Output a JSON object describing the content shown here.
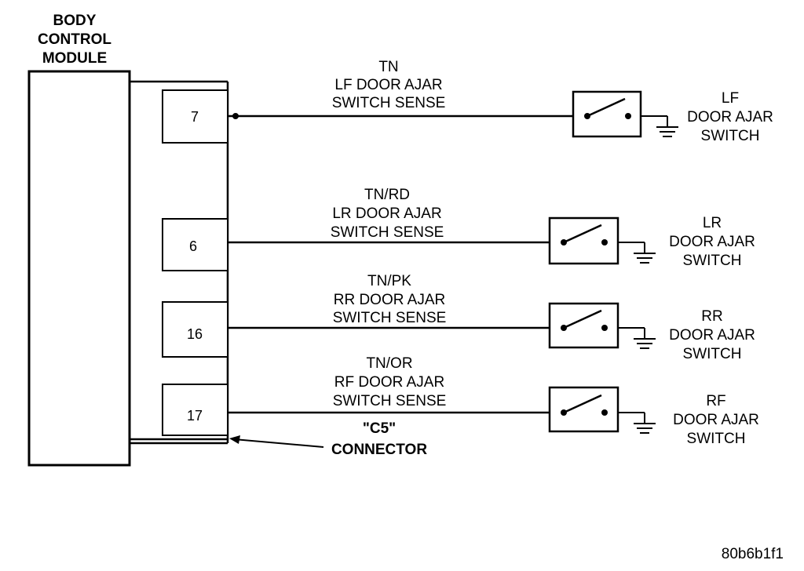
{
  "module": {
    "title_lines": [
      "BODY",
      "CONTROL",
      "MODULE"
    ]
  },
  "connector": {
    "name_lines": [
      "\"C5\"",
      "CONNECTOR"
    ]
  },
  "circuits": [
    {
      "pin": "7",
      "wire_lines": [
        "TN",
        "LF DOOR AJAR",
        "SWITCH SENSE"
      ],
      "switch_lines": [
        "LF",
        "DOOR AJAR",
        "SWITCH"
      ]
    },
    {
      "pin": "6",
      "wire_lines": [
        "TN/RD",
        "LR DOOR AJAR",
        "SWITCH SENSE"
      ],
      "switch_lines": [
        "LR",
        "DOOR AJAR",
        "SWITCH"
      ]
    },
    {
      "pin": "16",
      "wire_lines": [
        "TN/PK",
        "RR DOOR AJAR",
        "SWITCH SENSE"
      ],
      "switch_lines": [
        "RR",
        "DOOR AJAR",
        "SWITCH"
      ]
    },
    {
      "pin": "17",
      "wire_lines": [
        "TN/OR",
        "RF DOOR AJAR",
        "SWITCH SENSE"
      ],
      "switch_lines": [
        "RF",
        "DOOR AJAR",
        "SWITCH"
      ]
    }
  ],
  "figure_id": "80b6b1f1"
}
